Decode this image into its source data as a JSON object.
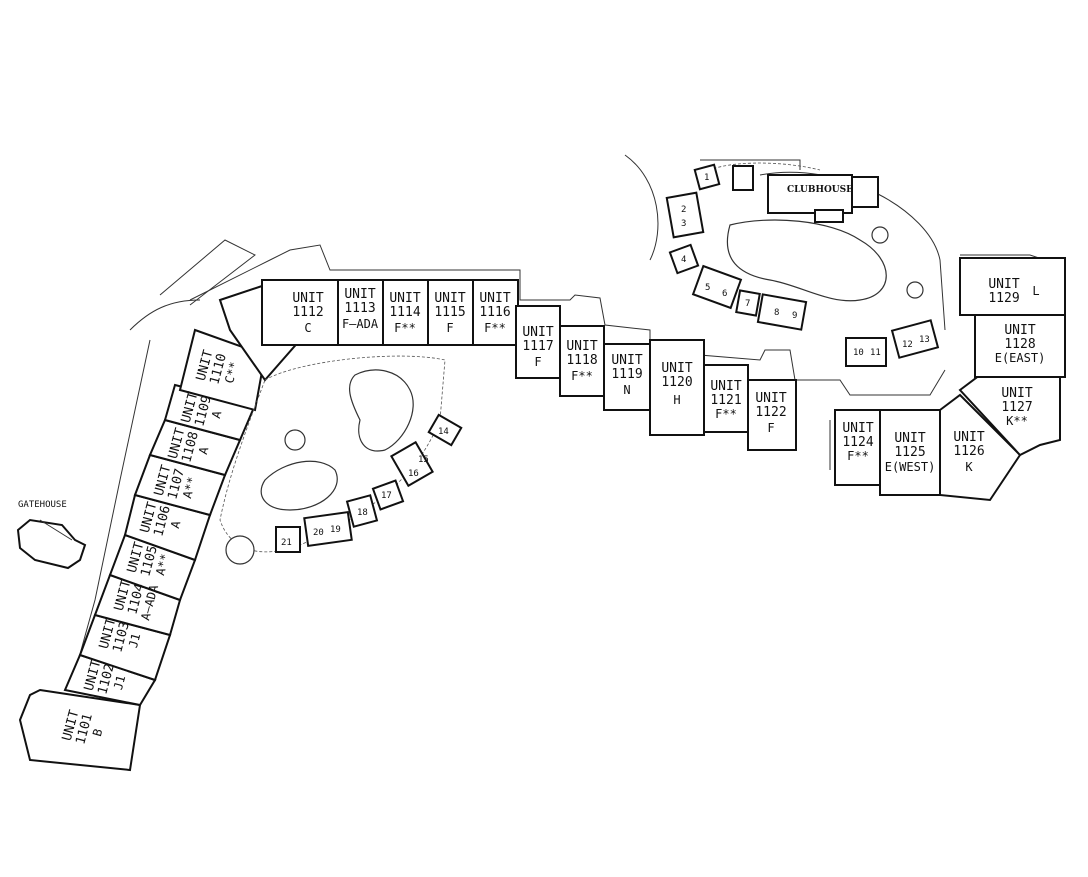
{
  "labels": {
    "gatehouse": "GATEHOUSE",
    "clubhouse": "CLUBHOUSE",
    "unit_word": "UNIT"
  },
  "units": [
    {
      "id": "1101",
      "type": "B"
    },
    {
      "id": "1102",
      "type": "J1"
    },
    {
      "id": "1103",
      "type": "J1"
    },
    {
      "id": "1104",
      "type": "A—ADA"
    },
    {
      "id": "1105",
      "type": "A**"
    },
    {
      "id": "1106",
      "type": "A"
    },
    {
      "id": "1107",
      "type": "A**"
    },
    {
      "id": "1108",
      "type": "A"
    },
    {
      "id": "1109",
      "type": "A"
    },
    {
      "id": "1110",
      "type": "C**"
    },
    {
      "id": "1112",
      "type": "C"
    },
    {
      "id": "1113",
      "type": "F—ADA"
    },
    {
      "id": "1114",
      "type": "F**"
    },
    {
      "id": "1115",
      "type": "F"
    },
    {
      "id": "1116",
      "type": "F**"
    },
    {
      "id": "1117",
      "type": "F"
    },
    {
      "id": "1118",
      "type": "F**"
    },
    {
      "id": "1119",
      "type": "N"
    },
    {
      "id": "1120",
      "type": "H"
    },
    {
      "id": "1121",
      "type": "F**"
    },
    {
      "id": "1122",
      "type": "F"
    },
    {
      "id": "1124",
      "type": "F**"
    },
    {
      "id": "1125",
      "type": "E(WEST)"
    },
    {
      "id": "1126",
      "type": "K"
    },
    {
      "id": "1127",
      "type": "K**"
    },
    {
      "id": "1128",
      "type": "E(EAST)"
    },
    {
      "id": "1129",
      "type": "L"
    }
  ],
  "cabanas": [
    "1",
    "2",
    "3",
    "4",
    "5",
    "6",
    "7",
    "8",
    "9",
    "10",
    "11",
    "12",
    "13",
    "14",
    "15",
    "16",
    "17",
    "18",
    "19",
    "20",
    "21"
  ]
}
